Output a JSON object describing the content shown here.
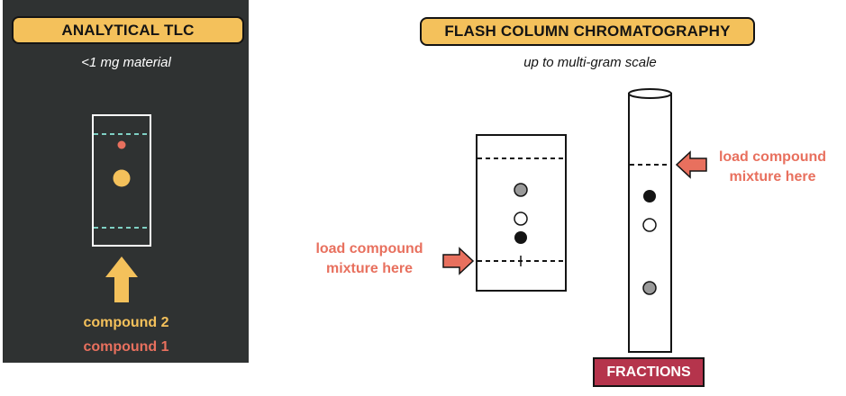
{
  "left_panel": {
    "title": "ANALYTICAL TLC",
    "subtitle": "<1 mg material",
    "legend": {
      "compound_2": "compound 2",
      "compound_1": "compound 1"
    }
  },
  "right_panel": {
    "title": "FLASH COLUMN CHROMATOGRAPHY",
    "subtitle": "up to multi-gram scale",
    "plate_load_label": "load compound mixture here",
    "column_load_label": "load compound mixture here",
    "fractions_label": "FRACTIONS"
  },
  "colors": {
    "dark_panel": "#2f3232",
    "yellow": "#f4c15b",
    "salmon": "#e8705e",
    "teal_dashed": "#7fd0c4",
    "fractions_red": "#b5344c"
  }
}
